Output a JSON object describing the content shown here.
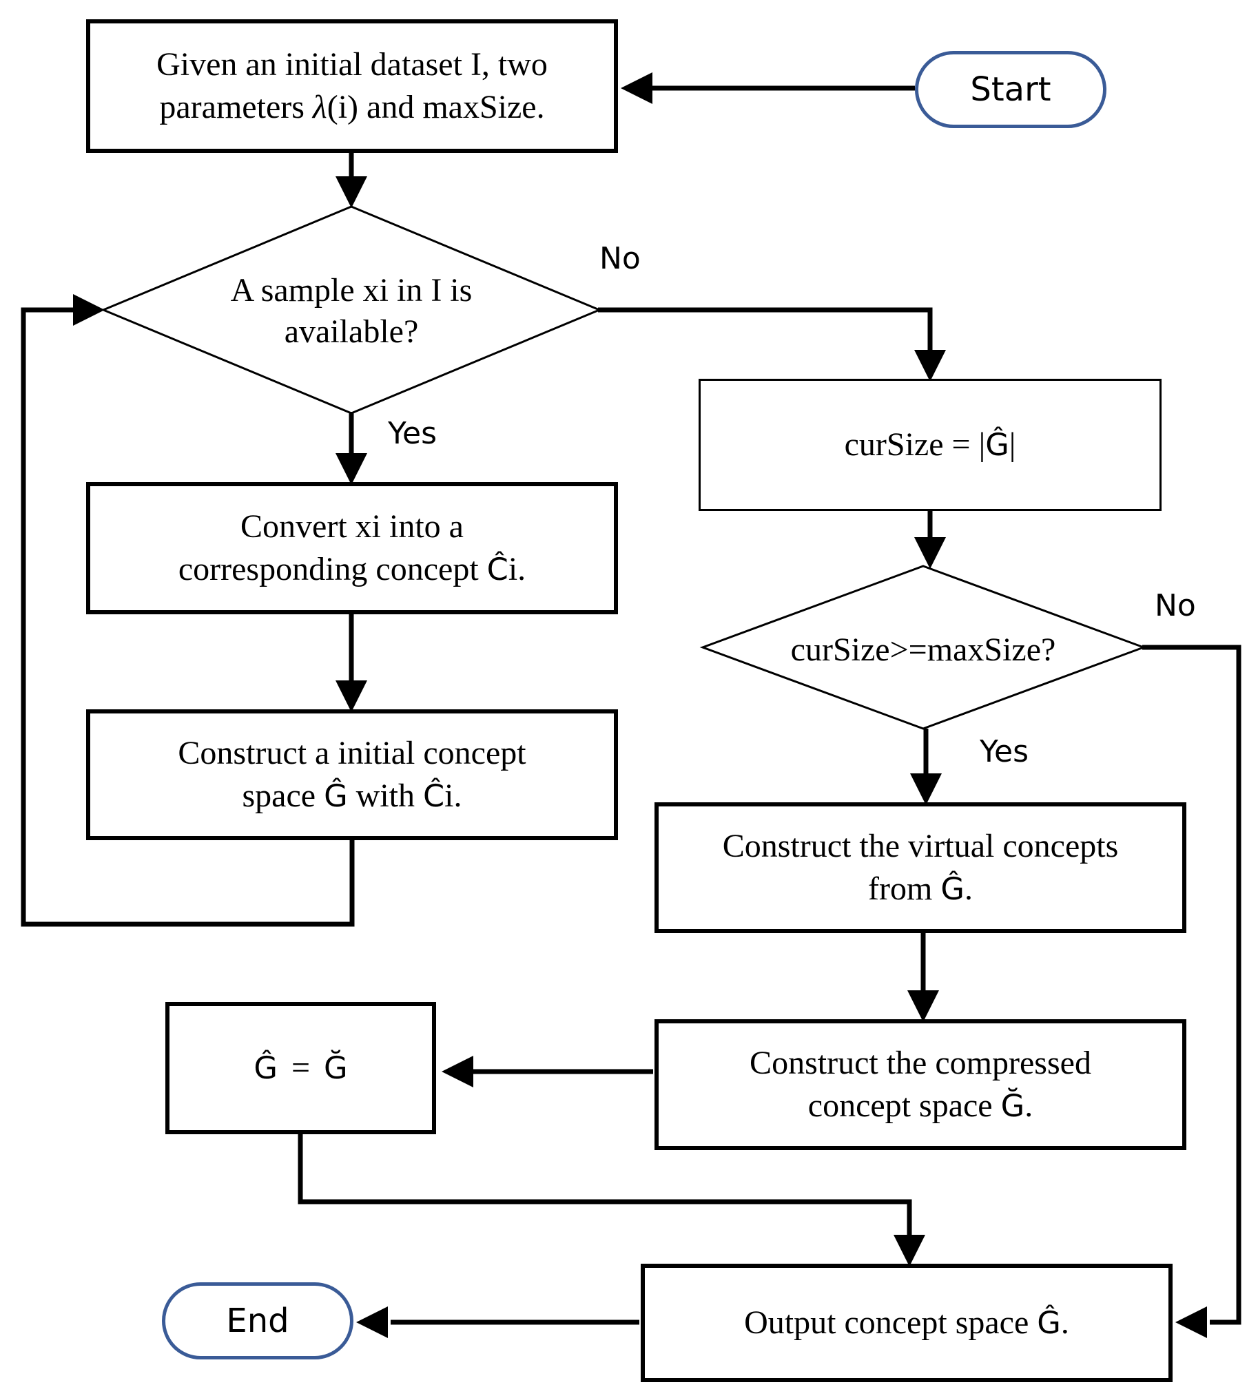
{
  "diagram": {
    "colors": {
      "background": "#ffffff",
      "line": "#000000",
      "terminator_border": "#3a5b97",
      "text": "#000000"
    },
    "nodes": {
      "start": {
        "label": "Start"
      },
      "init": {
        "line1": "Given an initial dataset I, two",
        "line2_pre": "parameters ",
        "lambda": "λ",
        "line2_post": "(i) and maxSize."
      },
      "sample_decision": {
        "line1": "A sample xi in I is",
        "line2": "available?"
      },
      "convert": {
        "line1": "Convert xi into a",
        "line2_pre": "corresponding concept ",
        "c_hat": "Ĉ",
        "line2_post": "i."
      },
      "construct_initial": {
        "line1": "Construct a initial concept",
        "line2_pre": "space ",
        "g_hat": "Ĝ",
        "line2_mid": " with ",
        "c_hat": "Ĉ",
        "line2_post": "i."
      },
      "cursize": {
        "pre": "curSize = |",
        "g_hat": "Ĝ",
        "post": "|"
      },
      "size_decision": {
        "text": "curSize>=maxSize?"
      },
      "virtual": {
        "line1": "Construct the virtual concepts",
        "line2_pre": "from ",
        "g_hat": "Ĝ",
        "line2_post": "."
      },
      "compressed": {
        "line1": "Construct the compressed",
        "line2_pre": "concept space ",
        "g_breve": "Ğ",
        "line2_post": "."
      },
      "assign": {
        "g_hat": "Ĝ",
        "equals": "=",
        "g_breve": "Ğ"
      },
      "output": {
        "pre": "Output concept space ",
        "g_hat": "Ĝ",
        "post": "."
      },
      "end": {
        "label": "End"
      }
    },
    "edge_labels": {
      "sample_no": "No",
      "sample_yes": "Yes",
      "size_no": "No",
      "size_yes": "Yes"
    }
  }
}
